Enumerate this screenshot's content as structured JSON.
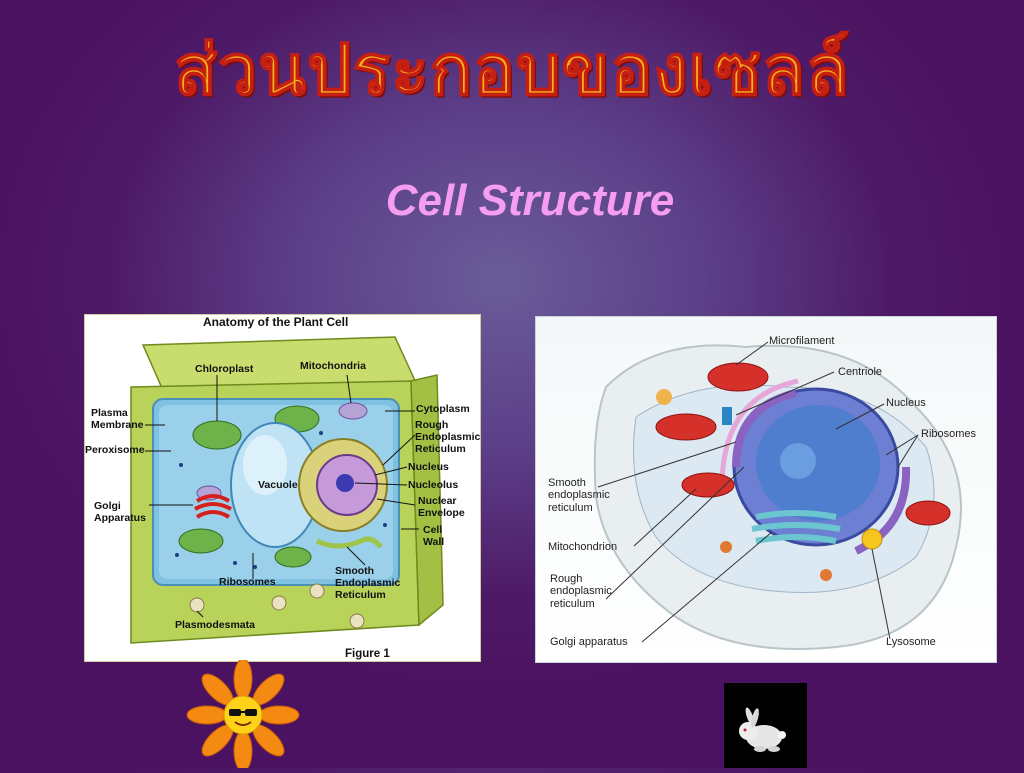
{
  "slide": {
    "title_thai": "ส่วนประกอบของเซลล์",
    "title_en": "Cell Structure"
  },
  "plant_cell": {
    "heading": "Anatomy of the Plant Cell",
    "caption": "Figure 1",
    "labels": {
      "chloroplast": "Chloroplast",
      "mitochondria": "Mitochondria",
      "plasma_membrane": "Plasma\nMembrane",
      "cytoplasm": "Cytoplasm",
      "rough_er": "Rough\nEndoplasmic\nReticulum",
      "peroxisome": "Peroxisome",
      "nucleus": "Nucleus",
      "vacuole": "Vacuole",
      "nucleolus": "Nucleolus",
      "golgi": "Golgi\nApparatus",
      "nuclear_envelope": "Nuclear\nEnvelope",
      "cell_wall": "Cell\nWall",
      "ribosomes": "Ribosomes",
      "smooth_er": "Smooth\nEndoplasmic\nReticulum",
      "plasmodesmata": "Plasmodesmata"
    }
  },
  "animal_cell": {
    "labels": {
      "microfilament": "Microfilament",
      "centriole": "Centriole",
      "nucleus": "Nucleus",
      "ribosomes": "Ribosomes",
      "smooth_er": "Smooth\nendoplasmic\nreticulum",
      "mitochondrion": "Mitochondrion",
      "rough_er": "Rough\nendoplasmic\nreticulum",
      "golgi": "Golgi apparatus",
      "lysosome": "Lysosome"
    }
  },
  "colors": {
    "background": "#521866",
    "title_fill": "#f6b21b",
    "title_outline": "#c51f13",
    "subtitle": "#f59df1"
  }
}
